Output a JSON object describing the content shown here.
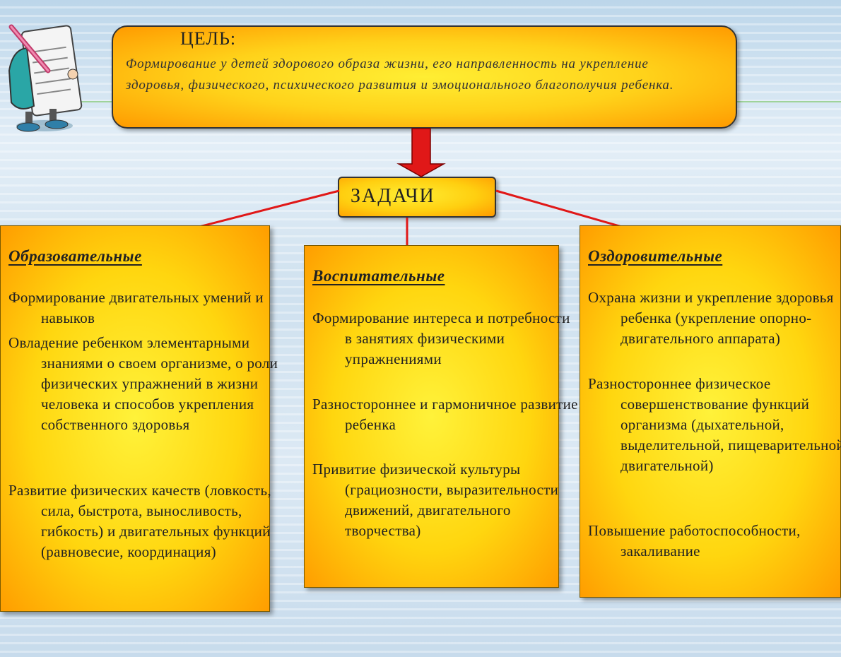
{
  "goal": {
    "title": "ЦЕЛЬ:",
    "text": "Формирование у детей здорового образа жизни, его направленность на укрепление здоровья, физического, психического развития и эмоционального благополучия ребенка."
  },
  "tasks": {
    "label": "ЗАДАЧИ"
  },
  "columns": [
    {
      "title": "Образовательные",
      "items": [
        "Формирование двигательных умений и навыков",
        "Овладение ребенком элементарными знаниями о своем организме, о роли физических упражнений в жизни человека и способов укрепления собственного здоровья",
        "Развитие физических качеств (ловкость, сила, быстрота, выносливость, гибкость) и двигательных функций (равновесие, координация)"
      ]
    },
    {
      "title": "Воспитательные",
      "items": [
        "Формирование интереса и потребности в занятиях физическими упражнениями",
        "Разностороннее и гармоничное развитие ребенка",
        "Привитие физической культуры (грациозности, выразительности движений, двигательного творчества)"
      ]
    },
    {
      "title": "Оздоровительные",
      "items": [
        "Охрана жизни и укрепление здоровья ребенка (укрепление опорно-двигательного аппарата)",
        "Разностороннее физическое совершенствование функций организма (дыхательной, выделительной, пищеварительной, двигательной)",
        "Повышение работоспособности, закаливание"
      ]
    }
  ],
  "colors": {
    "arrow": "#e01818",
    "box_center": "#fff23a",
    "box_edge": "#ff9d00"
  },
  "icons": [
    "mascot-notepad-icon"
  ]
}
